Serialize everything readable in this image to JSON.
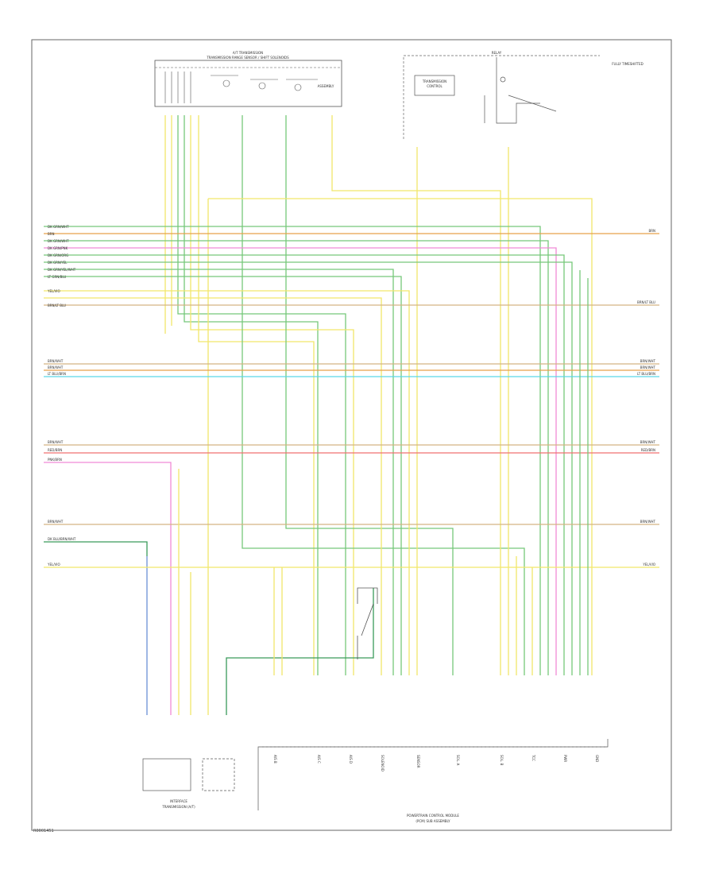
{
  "diagram": {
    "footer_code": "R0001451",
    "components": {
      "top_module_title": "A/T TRANSMISSION",
      "top_module_subtitle": "TRANSMISSION RANGE SENSOR / SHIFT SOLENOIDS",
      "top_module_box": "ASSEMBLY",
      "top_right_box": "TRANSMISSION",
      "top_right_box_sub": "CONTROL",
      "top_right_relay": "RELAY",
      "top_right_note": "FULLY TIMESHIFTED",
      "bottom_left_title": "INTERFACE",
      "bottom_left_sub": "TRANSMISSION (A/T)",
      "bottom_center_title": "POWERTRAIN CONTROL MODULE",
      "bottom_center_sub": "(PCM) SUB ASSEMBLY"
    },
    "left_labels": [
      "DK GRN/WHT",
      "BRN",
      "DK GRN/WHT",
      "DK GRN/PNK",
      "DK GRN/ORG",
      "DK GRN/YEL",
      "DK GRN/YEL/WHT",
      "LT GRN/BLU",
      "YEL/VIO",
      "BRN/LT BLU",
      "BRN/WHT",
      "BRN/WHT",
      "LT BLU/BRN",
      "BRN/WHT",
      "RED/BRN",
      "PNK/BRN",
      "BRN/WHT",
      "DK BLU/BRN/WHT",
      "YEL/VIO"
    ],
    "right_labels": [
      "BRN",
      "BRN/LT BLU",
      "BRN/WHT",
      "BRN/WHT",
      "LT BLU/BRN",
      "BRN/WHT",
      "RED/BRN",
      "BRN/WHT",
      "YEL/VIO"
    ],
    "pin_labels": [
      "A/S B",
      "A/S C",
      "A/S D",
      "SOLENOID",
      "SENSOR",
      "SOL. A",
      "SOL. B",
      "TCC",
      "PWR",
      "GND"
    ]
  },
  "colors": {
    "yellow": "#f2e66a",
    "green": "#76c87a",
    "orange": "#e8a04a",
    "tan": "#d4b483",
    "pink": "#f08ad6",
    "cyan": "#5ad6e6",
    "red": "#f07070",
    "blue": "#8aa0f0",
    "dkgreen": "#3a9a5a"
  }
}
